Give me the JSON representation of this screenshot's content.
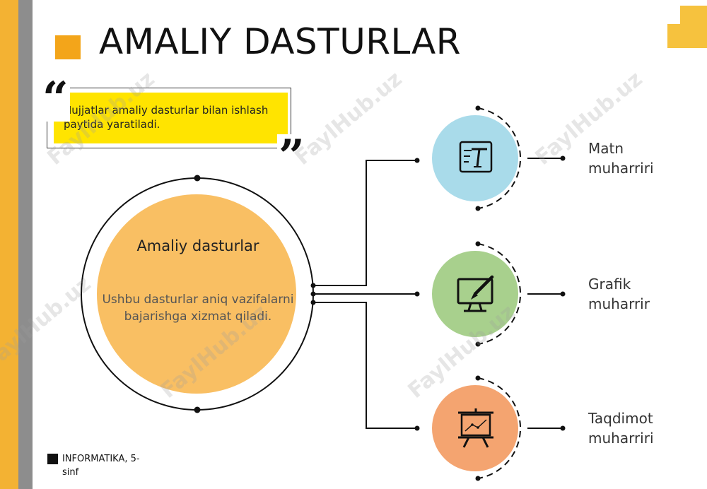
{
  "title": "AMALIY DASTURLAR",
  "quote": {
    "text": "Hujjatlar amaliy dasturlar bilan ishlash paytida  yaratiladi.",
    "open_mark": "“",
    "close_mark": "”"
  },
  "center": {
    "title": "Amaliy dasturlar",
    "description": "Ushbu dasturlar aniq vazifalarni bajarishga xizmat qiladi."
  },
  "items": [
    {
      "label": "Matn muharriri",
      "icon": "text-editor-icon",
      "color": "#a9dbea"
    },
    {
      "label": "Grafik muharrir",
      "icon": "graphics-monitor-brush-icon",
      "color": "#a8d08d"
    },
    {
      "label": "Taqdimot muharriri",
      "icon": "presentation-board-icon",
      "color": "#f4a470"
    }
  ],
  "footer": "INFORMATIKA, 5-sinf",
  "watermark": "FaylHub.uz",
  "colors": {
    "center_fill": "#f9bf63",
    "accent_orange": "#f3a51a",
    "accent_yellow": "#ffe400",
    "stripe_yellow": "#f3b233",
    "stripe_gray": "#8d8d8d"
  }
}
